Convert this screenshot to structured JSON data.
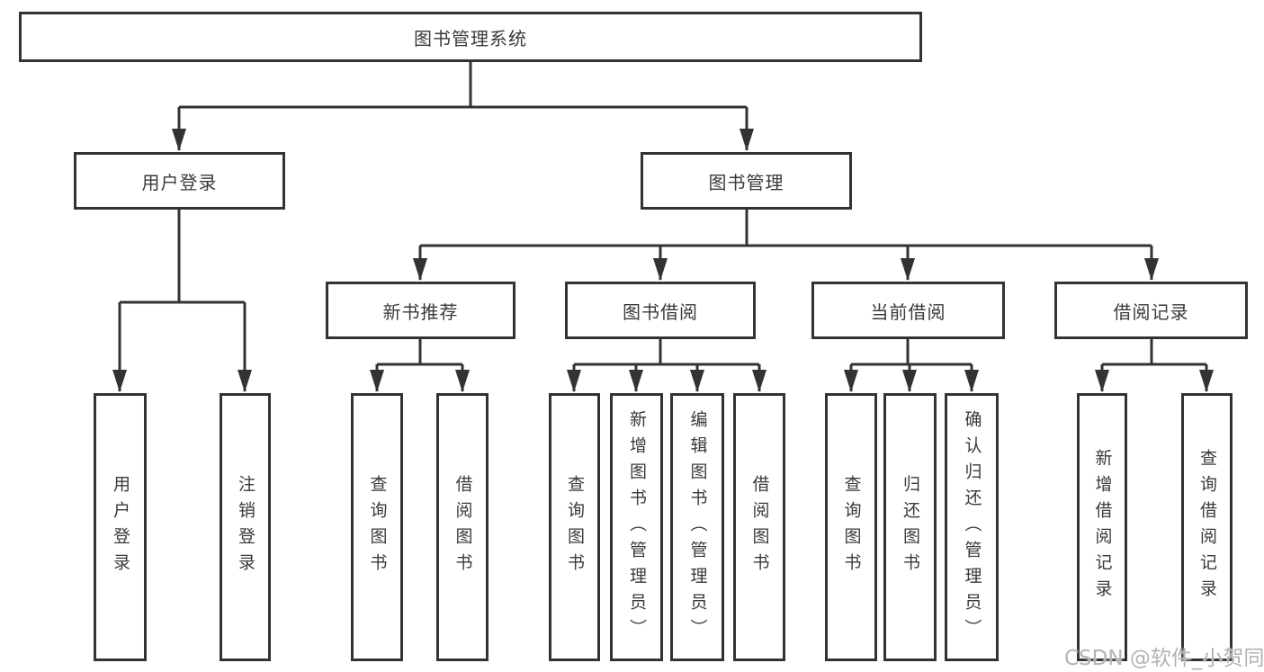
{
  "tree": {
    "label": "图书管理系统",
    "children": [
      {
        "label": "用户登录",
        "children": [
          {
            "label": "用户登录"
          },
          {
            "label": "注销登录"
          }
        ]
      },
      {
        "label": "图书管理",
        "children": [
          {
            "label": "新书推荐",
            "children": [
              {
                "label": "查询图书"
              },
              {
                "label": "借阅图书"
              }
            ]
          },
          {
            "label": "图书借阅",
            "children": [
              {
                "label": "查询图书"
              },
              {
                "label": "新增图书（管理员）"
              },
              {
                "label": "编辑图书（管理员）"
              },
              {
                "label": "借阅图书"
              }
            ]
          },
          {
            "label": "当前借阅",
            "children": [
              {
                "label": "查询图书"
              },
              {
                "label": "归还图书"
              },
              {
                "label": "确认归还（管理员）"
              }
            ]
          },
          {
            "label": "借阅记录",
            "children": [
              {
                "label": "新增借阅记录"
              },
              {
                "label": "查询借阅记录"
              }
            ]
          }
        ]
      }
    ]
  },
  "watermark": {
    "text": "CSDN @软件_小贺同学"
  },
  "colors": {
    "line": "#333333",
    "text": "#3a3a3a",
    "background": "#ffffff",
    "watermark": "#b3b3b3"
  }
}
